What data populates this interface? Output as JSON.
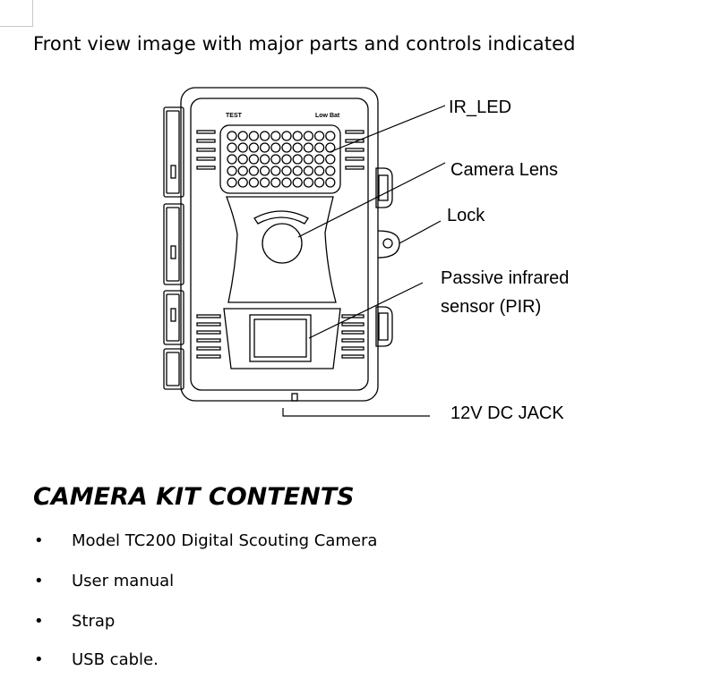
{
  "page": {
    "heading": "Front view image with major parts and controls indicated"
  },
  "diagram": {
    "callouts": {
      "ir_led": "IR_LED",
      "camera_lens": "Camera Lens",
      "lock": "Lock",
      "pir_line1": "Passive infrared",
      "pir_line2": "sensor (PIR)",
      "dc_jack": "12V DC JACK"
    },
    "panel_labels": {
      "test": "TEST",
      "low_bat": "Low Bat"
    }
  },
  "kit": {
    "title": "CAMERA KIT CONTENTS",
    "bullet_glyph": "•",
    "items": [
      "Model TC200 Digital Scouting Camera",
      "User manual",
      "Strap",
      "USB cable."
    ]
  }
}
